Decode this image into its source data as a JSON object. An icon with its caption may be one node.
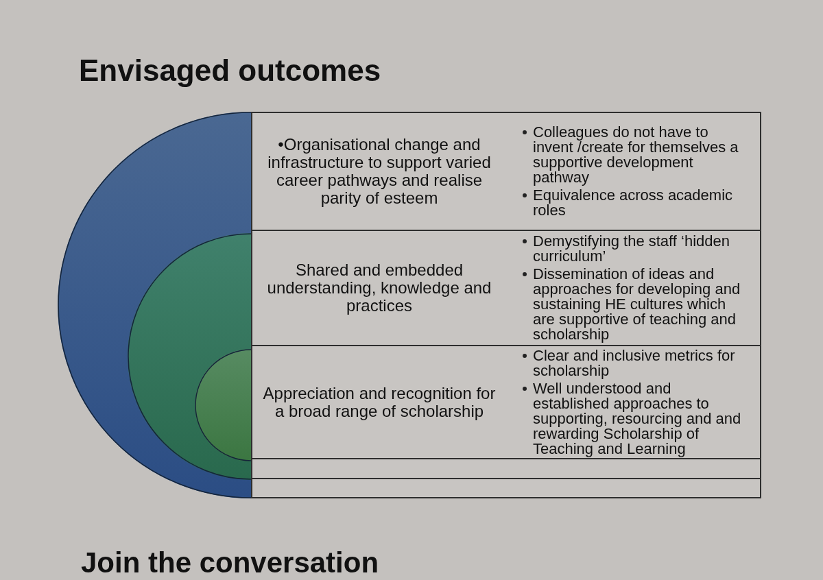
{
  "diagram": {
    "title": "Envisaged outcomes",
    "nodes": [
      {
        "text": [],
        "shape": "semicircle"
      },
      {
        "text": [],
        "shape": "semicircle",
        "in": 0
      },
      {
        "text": [],
        "shape": "semicircle",
        "in": 1
      },
      {
        "text": [
          "•Organisational change and infrastructure to support varied career pathways and realise parity of esteem",
          "Colleagues do not have to invent /create for themselves a supportive development pathway",
          "Equivalence across academic roles"
        ]
      },
      {
        "text": [
          "Shared and embedded understanding, knowledge and practices",
          "Demystifying the staff ‘hidden curriculum’",
          "Dissemination of ideas and approaches for developing and sustaining HE cultures which are supportive of teaching and scholarship"
        ]
      },
      {
        "text": [
          "Appreciation and recognition for a broad range of scholarship",
          "Clear and inclusive metrics for scholarship",
          "Well understood and established approaches to supporting, resourcing and and rewarding Scholarship of Teaching and Learning"
        ]
      },
      {
        "text": [],
        "shape": "box"
      },
      {
        "text": [],
        "shape": "box"
      }
    ],
    "labels": [
      "Join the conversation"
    ]
  }
}
